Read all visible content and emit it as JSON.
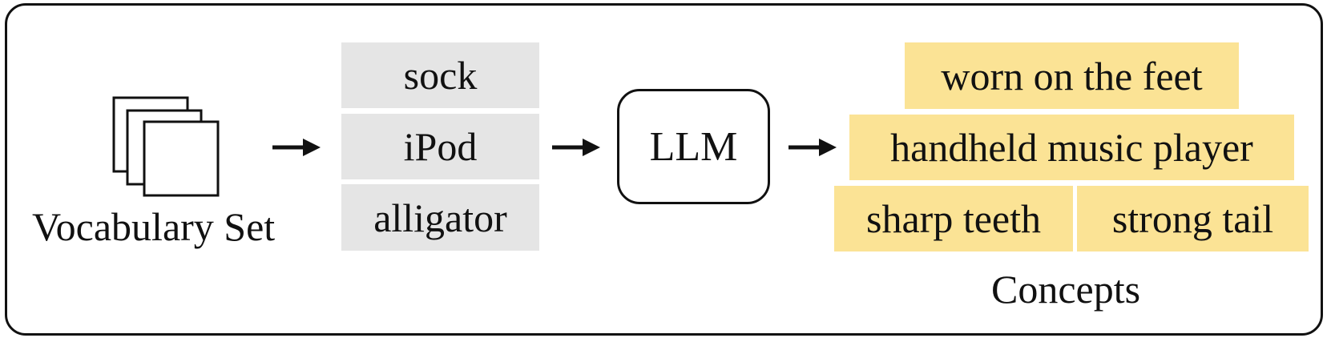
{
  "vocabulary": {
    "label": "Vocabulary Set",
    "icon": "stacked-pages-icon",
    "words": [
      "sock",
      "iPod",
      "alligator"
    ]
  },
  "model": {
    "label": "LLM"
  },
  "concepts": {
    "label": "Concepts",
    "items": [
      "worn on the feet",
      "handheld music player",
      "sharp teeth",
      "strong tail"
    ]
  },
  "colors": {
    "word_bg": "#e5e5e5",
    "concept_bg": "#fbe395",
    "stroke": "#111111"
  },
  "arrow_icon": "right-arrow-icon"
}
